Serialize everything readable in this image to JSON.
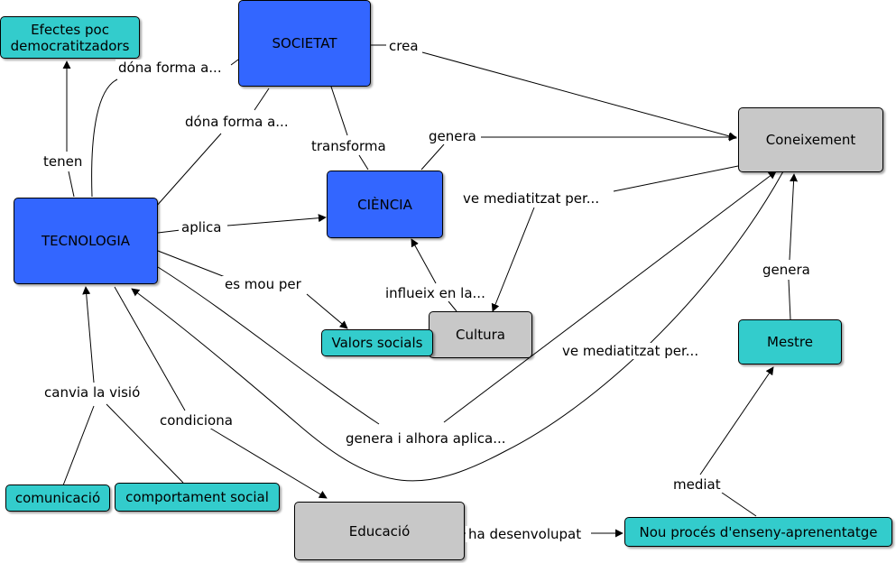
{
  "colors": {
    "main_concept": "#3366ff",
    "secondary_concept": "#c8c8c8",
    "leaf_concept": "#33cccc"
  },
  "nodes": {
    "efectes": "Efectes poc democratitzadors",
    "societat": "SOCIETAT",
    "coneixement": "Coneixement",
    "tecnologia": "TECNOLOGIA",
    "ciencia": "CIÈNCIA",
    "cultura": "Cultura",
    "valors": "Valors socials",
    "mestre": "Mestre",
    "comunicacio": "comunicació",
    "comportament": "comportament social",
    "educacio": "Educació",
    "nou_proces": "Nou procés d'enseny-aprenentatge"
  },
  "links": {
    "crea": "crea",
    "dona_forma_1": "dóna forma a...",
    "dona_forma_2": "dóna forma a...",
    "tenen": "tenen",
    "transforma": "transforma",
    "genera_1": "genera",
    "ve_mediatitzat_1": "ve mediatitzat per...",
    "aplica": "aplica",
    "es_mou_per": "es mou per",
    "influeix": "influeix en la...",
    "genera_2": "genera",
    "ve_mediatitzat_2": "ve mediatitzat per...",
    "canvia": "canvia la visió",
    "condiciona": "condiciona",
    "genera_aplica": "genera i alhora aplica...",
    "mediat": "mediat",
    "ha_desenvolupat": "ha desenvolupat"
  }
}
